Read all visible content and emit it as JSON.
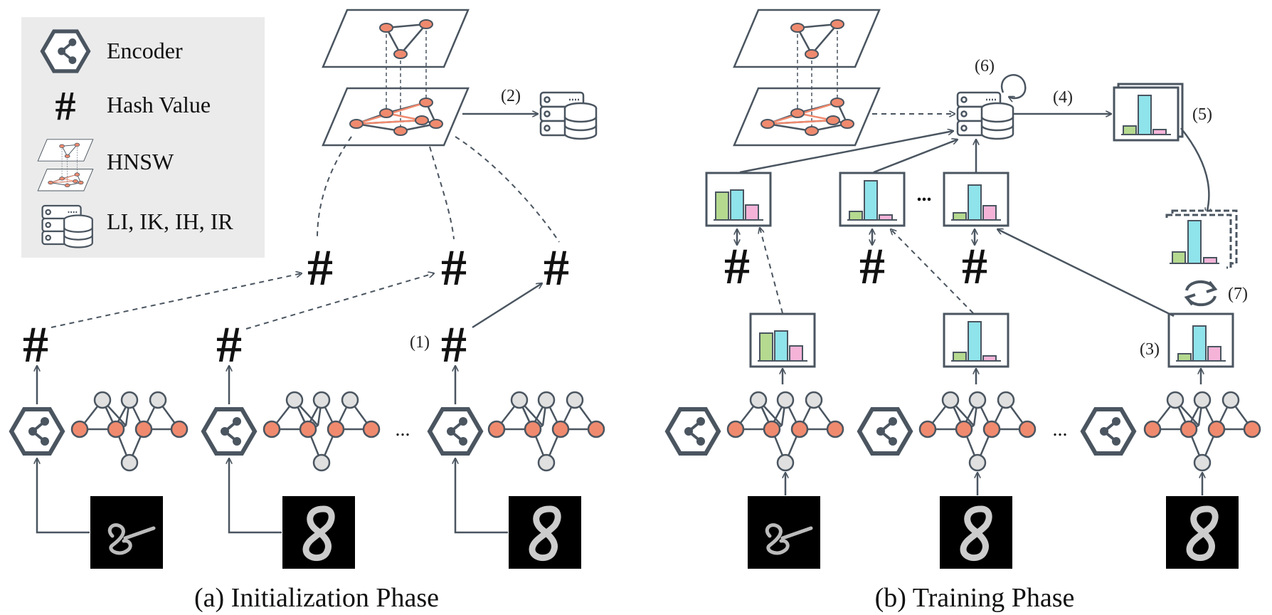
{
  "legend": {
    "encoder": "Encoder",
    "hash": "Hash Value",
    "hnsw": "HNSW",
    "db": "LI, IK, IH, IR"
  },
  "hash_symbol": "#",
  "ellipsis": "...",
  "steps": {
    "s1": "(1)",
    "s2": "(2)",
    "s3": "(3)",
    "s4": "(4)",
    "s5": "(5)",
    "s6": "(6)",
    "s7": "(7)"
  },
  "captions": {
    "a": "(a) Initialization Phase",
    "b": "(b) Training Phase"
  },
  "colors": {
    "stroke": "#4a5560",
    "node_orange": "#f08a6e",
    "node_gray": "#e0e0e0",
    "bar_green": "#b5d98f",
    "bar_cyan": "#8fe3ea",
    "bar_pink": "#f5b3d8",
    "legend_bg": "#ebebeb",
    "edge_orange": "#f08a6e"
  },
  "icons": {
    "encoder": "hexagon-share-icon",
    "database": "server-database-icon",
    "refresh": "refresh-cycle-icon",
    "histogram": "histogram-card-icon"
  }
}
